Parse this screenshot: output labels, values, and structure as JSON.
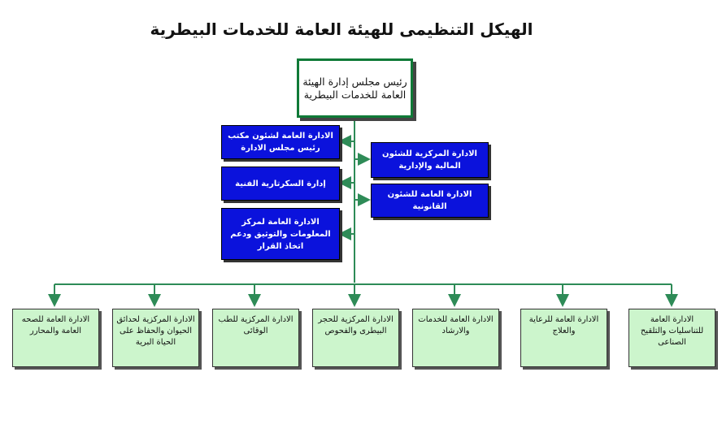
{
  "title": "الهيكل التنظيمى للهيئة العامة للخدمات البيطرية",
  "top": "رئيس مجلس إدارة الهيئة العامة للخدمات البيطرية",
  "left_boxes": [
    "الادارة العامة لشئون مكتب رئيس مجلس الادارة",
    "إدارة السكرتارية الفنية",
    "الادارة العامة لمركز المعلومات والتوثيق ودعم اتخاذ القرار"
  ],
  "right_boxes": [
    "الادارة المركزية للشئون المالية والإدارية",
    "الادارة العامة للشئون القانونية"
  ],
  "bottom_boxes": [
    "الادارة العامة للصحه العامة والمحارر",
    "الادارة المركزية لحدائق الحيوان والحفاظ على الحياة البرية",
    "الادارة المركزية للطب الوقائى",
    "الادارة المركزية للحجر البيطرى والفحوص",
    "الادارة العامة للخدمات والارشاد",
    "الادارة العامة للرعاية والعلاج",
    "الادارة العامة للتناسليات والتلقيح الصناعى"
  ],
  "colors": {
    "line": "#2e8b57",
    "blue": "#0b12dc",
    "green": "#ccf5cc"
  }
}
